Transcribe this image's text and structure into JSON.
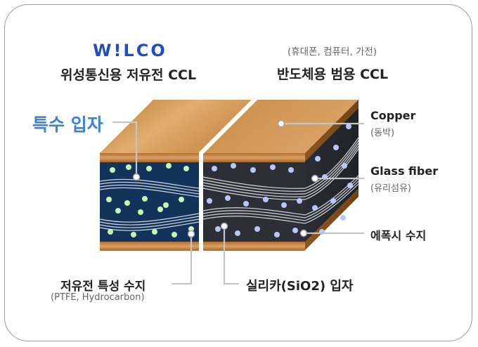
{
  "logo_text": "W!LCO",
  "left_title": "위성통신용 저유전 CCL",
  "right_subtitle": "(휴대폰, 컴퓨터, 가전)",
  "right_title": "반도체용 범용 CCL",
  "special_particle": "특수 입자",
  "labels": {
    "copper": "Copper",
    "copper_sub": "(동박)",
    "glass": "Glass fiber",
    "glass_sub": "(유리섬유)",
    "epoxy": "에폭시 수지",
    "silica": "실리카(SiO2) 입자",
    "lowdk": "저유전 특성 수지",
    "lowdk_sub": "(PTFE, Hydrocarbon)"
  },
  "colors": {
    "logo": "#1f4fbd",
    "special": "#3d82d6",
    "copper": "#c98a48",
    "low_dk_resin": "#14335a",
    "epoxy_resin": "#2c2f36",
    "special_particle": "#c8f5b0",
    "silica_particle": "#b9c7ff"
  }
}
